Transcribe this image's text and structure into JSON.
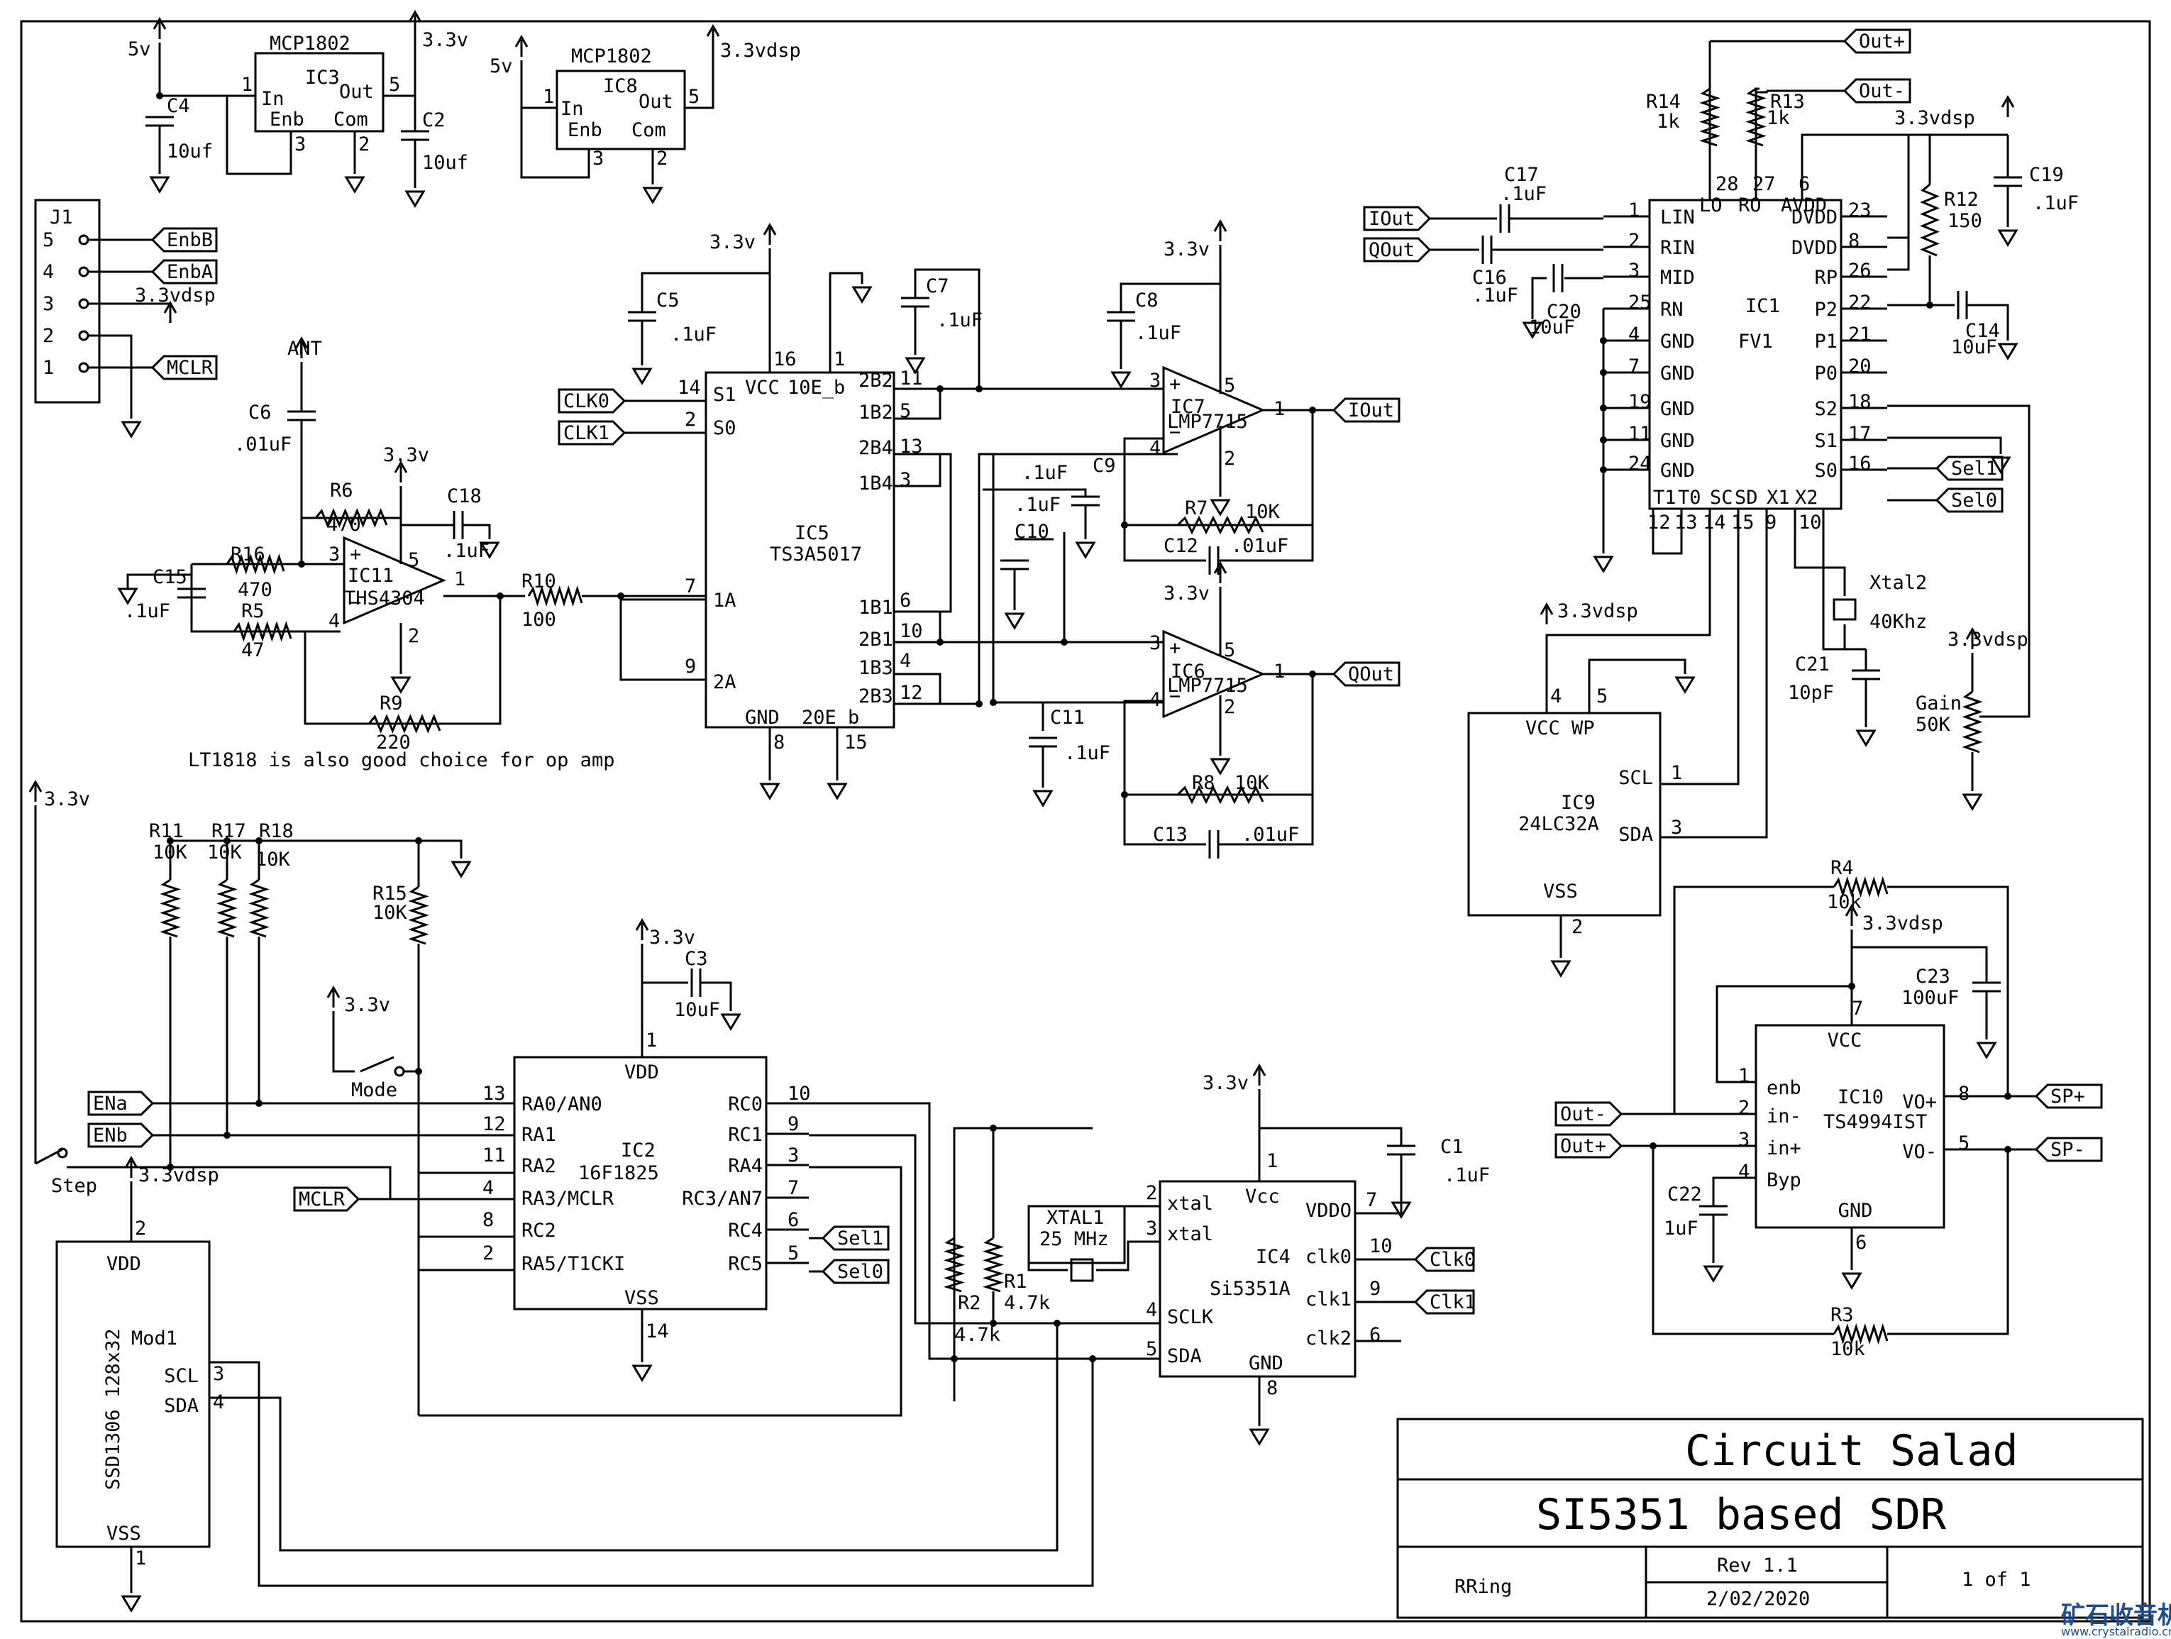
{
  "title_block": {
    "company": "Circuit Salad",
    "project": "SI5351 based SDR",
    "author": "RRing",
    "revision": "Rev 1.1",
    "date": "2/02/2020",
    "sheet": "1 of 1"
  },
  "watermark": {
    "text": "矿石收音机",
    "url": "www.crystalradio.cn"
  },
  "note": "LT1818 is also good choice for op amp",
  "nets": {
    "v5": "5v",
    "v33": "3.3v",
    "v33dsp": "3.3vdsp",
    "ant": "ANT",
    "iout": "IOut",
    "qout": "QOut",
    "outp": "Out+",
    "outm": "Out-",
    "clk0": "CLK0",
    "clk1": "CLK1",
    "clk0b": "Clk0",
    "clk1b": "Clk1",
    "sel0": "Sel0",
    "sel1": "Sel1",
    "enbA": "EnbA",
    "enbB": "EnbB",
    "mclr": "MCLR",
    "ena": "ENa",
    "enb": "ENb",
    "spp": "SP+",
    "spm": "SP-"
  },
  "components": {
    "ic3": {
      "part": "MCP1802",
      "ref": "IC3",
      "in": "In",
      "out": "Out",
      "enb": "Enb",
      "com": "Com"
    },
    "ic8": {
      "part": "MCP1802",
      "ref": "IC8",
      "in": "In",
      "out": "Out",
      "enb": "Enb",
      "com": "Com"
    },
    "c4": {
      "ref": "C4",
      "val": "10uf"
    },
    "c2": {
      "ref": "C2",
      "val": "10uf"
    },
    "j1": {
      "ref": "J1",
      "pins": [
        "5",
        "4",
        "3",
        "2",
        "1"
      ]
    },
    "c5": {
      "ref": "C5",
      "val": ".1uF"
    },
    "c7": {
      "ref": "C7",
      "val": ".1uF"
    },
    "c8": {
      "ref": "C8",
      "val": ".1uF"
    },
    "c6": {
      "ref": "C6",
      "val": ".01uF"
    },
    "r6": {
      "ref": "R6",
      "val": "470"
    },
    "c18": {
      "ref": "C18",
      "val": ".1uF"
    },
    "r16": {
      "ref": "R16",
      "val": "470"
    },
    "c15": {
      "ref": "C15",
      "val": ".1uF"
    },
    "r5": {
      "ref": "R5",
      "val": "47"
    },
    "ic11": {
      "ref": "IC11",
      "part": "THS4304"
    },
    "r9": {
      "ref": "R9",
      "val": "220"
    },
    "r10": {
      "ref": "R10",
      "val": "100"
    },
    "ic5": {
      "ref": "IC5",
      "part": "TS3A5017",
      "vcc": "VCC",
      "e1": "10E_b",
      "gnd": "GND",
      "e2": "20E_b",
      "s1": "S1",
      "s0": "S0",
      "a1": "1A",
      "a2": "2A",
      "b": [
        "2B2",
        "1B2",
        "2B4",
        "1B4",
        "1B1",
        "2B1",
        "1B3",
        "2B3"
      ]
    },
    "c9": {
      "ref": "C9",
      "val": ".1uF"
    },
    "c10": {
      "ref": "C10",
      "val": ".1uF"
    },
    "c11": {
      "ref": "C11",
      "val": ".1uF"
    },
    "ic7": {
      "ref": "IC7",
      "part": "LMP7715"
    },
    "ic6": {
      "ref": "IC6",
      "part": "LMP7715"
    },
    "r7": {
      "ref": "R7",
      "val": "10K"
    },
    "c12": {
      "ref": "C12",
      "val": ".01uF"
    },
    "r8": {
      "ref": "R8",
      "val": "10K"
    },
    "c13": {
      "ref": "C13",
      "val": ".01uF"
    },
    "ic1": {
      "ref": "IC1",
      "part": "FV1",
      "left": [
        "LIN",
        "RIN",
        "MID",
        "RN",
        "GND",
        "GND",
        "GND",
        "GND",
        "GND"
      ],
      "right": [
        "DVDD",
        "DVDD",
        "RP",
        "P2",
        "P1",
        "P0",
        "S2",
        "S1",
        "S0"
      ],
      "top": [
        "LO",
        "RO",
        "AVDD"
      ],
      "bottom": [
        "T1",
        "T0",
        "SC",
        "SD",
        "X1",
        "X2"
      ]
    },
    "r14": {
      "ref": "R14",
      "val": "1k"
    },
    "r13": {
      "ref": "R13",
      "val": "1k"
    },
    "c17": {
      "ref": "C17",
      "val": ".1uF"
    },
    "c16": {
      "ref": "C16",
      "val": ".1uF"
    },
    "c20": {
      "ref": "C20",
      "val": "10uF"
    },
    "c19": {
      "ref": "C19",
      "val": ".1uF"
    },
    "r12": {
      "ref": "R12",
      "val": "150"
    },
    "c14": {
      "ref": "C14",
      "val": "10uF"
    },
    "xtal2": {
      "ref": "Xtal2",
      "val": "40Khz"
    },
    "c21": {
      "ref": "C21",
      "val": "10pF"
    },
    "gain": {
      "ref": "Gain",
      "val": "50K"
    },
    "ic9": {
      "ref": "IC9",
      "part": "24LC32A",
      "vcc": "VCC",
      "wp": "WP",
      "scl": "SCL",
      "sda": "SDA",
      "vss": "VSS"
    },
    "r4": {
      "ref": "R4",
      "val": "10k"
    },
    "r3": {
      "ref": "R3",
      "val": "10k"
    },
    "c23": {
      "ref": "C23",
      "val": "100uF"
    },
    "c22": {
      "ref": "C22",
      "val": "1uF"
    },
    "ic10": {
      "ref": "IC10",
      "part": "TS4994IST",
      "vcc": "VCC",
      "enb": "enb",
      "inm": "in-",
      "inp": "in+",
      "byp": "Byp",
      "vop": "VO+",
      "vom": "VO-",
      "gnd": "GND"
    },
    "r11": {
      "ref": "R11",
      "val": "10K"
    },
    "r17": {
      "ref": "R17",
      "val": "10K"
    },
    "r18": {
      "ref": "R18",
      "val": "10K"
    },
    "r15": {
      "ref": "R15",
      "val": "10K"
    },
    "c3": {
      "ref": "C3",
      "val": "10uF"
    },
    "ic2": {
      "ref": "IC2",
      "part": "16F1825",
      "vdd": "VDD",
      "vss": "VSS",
      "left": [
        "RA0/AN0",
        "RA1",
        "RA2",
        "RA3/MCLR",
        "RC2",
        "RA5/T1CKI"
      ],
      "right": [
        "RC0",
        "RC1",
        "RA4",
        "RC3/AN7",
        "RC4",
        "RC5"
      ]
    },
    "mode": {
      "ref": "Mode"
    },
    "step": {
      "ref": "Step"
    },
    "mod1": {
      "ref": "Mod1",
      "part": "SSD1306 128x32",
      "vdd": "VDD",
      "vss": "VSS",
      "scl": "SCL",
      "sda": "SDA"
    },
    "r2": {
      "ref": "R2",
      "val": "4.7k"
    },
    "r1": {
      "ref": "R1",
      "val": "4.7k"
    },
    "xtal1": {
      "ref": "XTAL1",
      "val": "25 MHz"
    },
    "c1": {
      "ref": "C1",
      "val": ".1uF"
    },
    "ic4": {
      "ref": "IC4",
      "part": "Si5351A",
      "vcc": "Vcc",
      "vddo": "VDDO",
      "gnd": "GND",
      "left": [
        "xtal",
        "xtal",
        "SCLK",
        "SDA"
      ],
      "right": [
        "clk0",
        "clk1",
        "clk2"
      ]
    }
  }
}
